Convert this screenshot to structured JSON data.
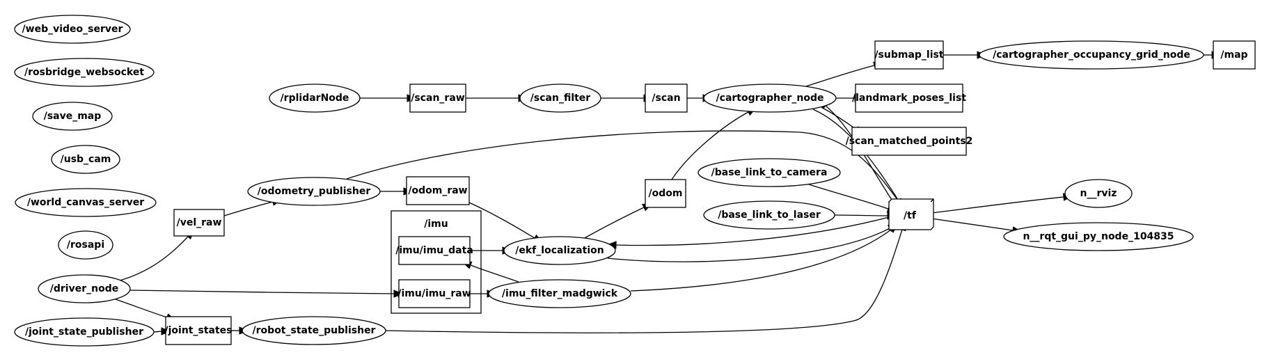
{
  "graph": {
    "clusters": [
      {
        "id": "cluster_imu",
        "label": "/imu"
      }
    ],
    "nodes": [
      {
        "id": "web_video_server",
        "label": "/web_video_server",
        "kind": "ellipse"
      },
      {
        "id": "rosbridge_websocket",
        "label": "/rosbridge_websocket",
        "kind": "ellipse"
      },
      {
        "id": "save_map",
        "label": "/save_map",
        "kind": "ellipse"
      },
      {
        "id": "usb_cam",
        "label": "/usb_cam",
        "kind": "ellipse"
      },
      {
        "id": "world_canvas_server",
        "label": "/world_canvas_server",
        "kind": "ellipse"
      },
      {
        "id": "rosapi",
        "label": "/rosapi",
        "kind": "ellipse"
      },
      {
        "id": "driver_node",
        "label": "/driver_node",
        "kind": "ellipse"
      },
      {
        "id": "joint_state_publisher",
        "label": "/joint_state_publisher",
        "kind": "ellipse"
      },
      {
        "id": "vel_raw",
        "label": "/vel_raw",
        "kind": "box"
      },
      {
        "id": "joint_states",
        "label": "/joint_states",
        "kind": "box"
      },
      {
        "id": "odometry_publisher",
        "label": "/odometry_publisher",
        "kind": "ellipse"
      },
      {
        "id": "robot_state_publisher",
        "label": "/robot_state_publisher",
        "kind": "ellipse"
      },
      {
        "id": "rplidarNode",
        "label": "/rplidarNode",
        "kind": "ellipse"
      },
      {
        "id": "scan_raw",
        "label": "/scan_raw",
        "kind": "box"
      },
      {
        "id": "scan_filter",
        "label": "/scan_filter",
        "kind": "ellipse"
      },
      {
        "id": "scan",
        "label": "/scan",
        "kind": "box"
      },
      {
        "id": "odom_raw",
        "label": "/odom_raw",
        "kind": "box"
      },
      {
        "id": "imu_data",
        "label": "/imu/imu_data",
        "kind": "box"
      },
      {
        "id": "imu_raw",
        "label": "/imu/imu_raw",
        "kind": "box"
      },
      {
        "id": "ekf_localization",
        "label": "/ekf_localization",
        "kind": "ellipse"
      },
      {
        "id": "imu_filter_madgwick",
        "label": "/imu_filter_madgwick",
        "kind": "ellipse"
      },
      {
        "id": "odom",
        "label": "/odom",
        "kind": "box"
      },
      {
        "id": "cartographer_node",
        "label": "/cartographer_node",
        "kind": "ellipse"
      },
      {
        "id": "base_link_to_camera",
        "label": "/base_link_to_camera",
        "kind": "ellipse"
      },
      {
        "id": "base_link_to_laser",
        "label": "/base_link_to_laser",
        "kind": "ellipse"
      },
      {
        "id": "submap_list",
        "label": "/submap_list",
        "kind": "box"
      },
      {
        "id": "landmark_poses_list",
        "label": "/landmark_poses_list",
        "kind": "box"
      },
      {
        "id": "scan_matched_points2",
        "label": "/scan_matched_points2",
        "kind": "box"
      },
      {
        "id": "tf",
        "label": "/tf",
        "kind": "box3d"
      },
      {
        "id": "cartographer_occupancy_grid_node",
        "label": "/cartographer_occupancy_grid_node",
        "kind": "ellipse"
      },
      {
        "id": "map",
        "label": "/map",
        "kind": "box"
      },
      {
        "id": "n_rviz",
        "label": "n__rviz",
        "kind": "ellipse"
      },
      {
        "id": "n_rqt_gui",
        "label": "n__rqt_gui_py_node_104835",
        "kind": "ellipse"
      }
    ],
    "edges": [
      {
        "from": "driver_node",
        "to": "vel_raw"
      },
      {
        "from": "driver_node",
        "to": "joint_states"
      },
      {
        "from": "driver_node",
        "to": "imu_raw"
      },
      {
        "from": "joint_state_publisher",
        "to": "joint_states"
      },
      {
        "from": "vel_raw",
        "to": "odometry_publisher"
      },
      {
        "from": "joint_states",
        "to": "robot_state_publisher"
      },
      {
        "from": "odometry_publisher",
        "to": "odom_raw"
      },
      {
        "from": "odometry_publisher",
        "to": "tf"
      },
      {
        "from": "robot_state_publisher",
        "to": "tf"
      },
      {
        "from": "rplidarNode",
        "to": "scan_raw"
      },
      {
        "from": "scan_raw",
        "to": "scan_filter"
      },
      {
        "from": "scan_filter",
        "to": "scan"
      },
      {
        "from": "scan",
        "to": "cartographer_node"
      },
      {
        "from": "odom_raw",
        "to": "ekf_localization"
      },
      {
        "from": "imu_data",
        "to": "ekf_localization"
      },
      {
        "from": "imu_raw",
        "to": "imu_filter_madgwick"
      },
      {
        "from": "imu_filter_madgwick",
        "to": "imu_data"
      },
      {
        "from": "imu_filter_madgwick",
        "to": "tf"
      },
      {
        "from": "ekf_localization",
        "to": "odom"
      },
      {
        "from": "ekf_localization",
        "to": "tf"
      },
      {
        "from": "tf",
        "to": "ekf_localization"
      },
      {
        "from": "odom",
        "to": "cartographer_node"
      },
      {
        "from": "cartographer_node",
        "to": "submap_list"
      },
      {
        "from": "cartographer_node",
        "to": "landmark_poses_list"
      },
      {
        "from": "cartographer_node",
        "to": "scan_matched_points2"
      },
      {
        "from": "cartographer_node",
        "to": "tf"
      },
      {
        "from": "tf",
        "to": "cartographer_node"
      },
      {
        "from": "base_link_to_camera",
        "to": "tf"
      },
      {
        "from": "base_link_to_laser",
        "to": "tf"
      },
      {
        "from": "submap_list",
        "to": "cartographer_occupancy_grid_node"
      },
      {
        "from": "cartographer_occupancy_grid_node",
        "to": "map"
      },
      {
        "from": "tf",
        "to": "n_rviz"
      },
      {
        "from": "tf",
        "to": "n_rqt_gui"
      }
    ]
  }
}
